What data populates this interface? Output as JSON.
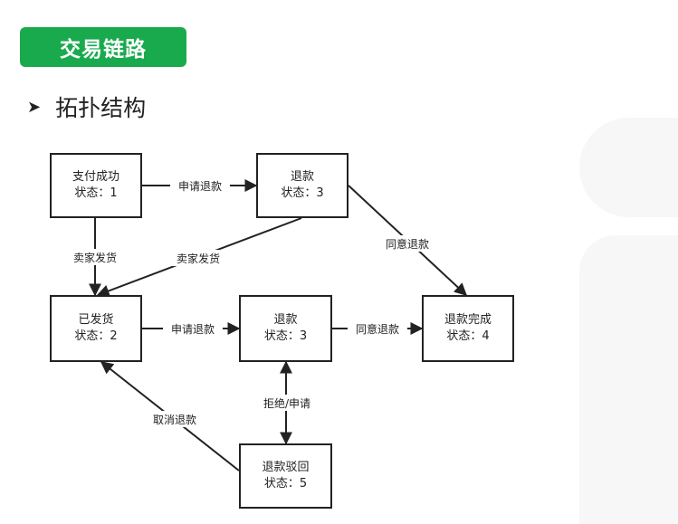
{
  "title": "交易链路",
  "subtitle": "拓扑结构",
  "subtitle_icon": "arrow-bullet-icon",
  "colors": {
    "accent": "#1aaa4e",
    "line": "#222222"
  },
  "nodes": {
    "paid": {
      "name": "支付成功",
      "status": "状态：1"
    },
    "refund_top": {
      "name": "退款",
      "status": "状态：3"
    },
    "shipped": {
      "name": "已发货",
      "status": "状态：2"
    },
    "refund_mid": {
      "name": "退款",
      "status": "状态：3"
    },
    "refund_done": {
      "name": "退款完成",
      "status": "状态：4"
    },
    "refund_rejected": {
      "name": "退款驳回",
      "status": "状态：5"
    }
  },
  "edges": {
    "paid_to_refund": "申请退款",
    "paid_to_shipped": "卖家发货",
    "refund_to_shipped": "卖家发货",
    "refund_to_done": "同意退款",
    "shipped_to_refund": "申请退款",
    "refund_mid_to_done": "同意退款",
    "refund_reject_toggle": "拒绝/申请",
    "rejected_to_shipped": "取消退款"
  }
}
